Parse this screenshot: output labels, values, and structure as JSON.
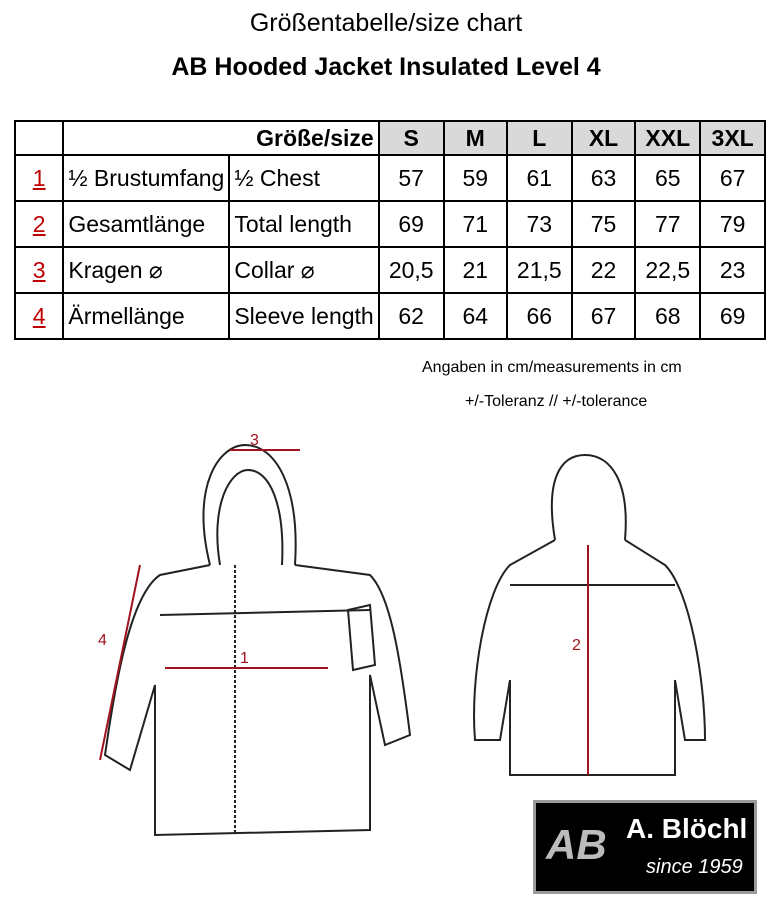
{
  "title": "Größentabelle/size chart",
  "product": "AB Hooded Jacket Insulated Level 4",
  "table": {
    "size_header": "Größe/size",
    "sizes": [
      "S",
      "M",
      "L",
      "XL",
      "XXL",
      "3XL"
    ],
    "rows": [
      {
        "num": "1",
        "de": "½ Brustumfang",
        "en": "½ Chest",
        "values": [
          "57",
          "59",
          "61",
          "63",
          "65",
          "67"
        ]
      },
      {
        "num": "2",
        "de": "Gesamtlänge",
        "en": "Total length",
        "values": [
          "69",
          "71",
          "73",
          "75",
          "77",
          "79"
        ]
      },
      {
        "num": "3",
        "de": "Kragen ⌀",
        "en": "Collar ⌀",
        "values": [
          "20,5",
          "21",
          "21,5",
          "22",
          "22,5",
          "23"
        ]
      },
      {
        "num": "4",
        "de": "Ärmellänge",
        "en": "Sleeve length",
        "values": [
          "62",
          "64",
          "66",
          "67",
          "68",
          "69"
        ]
      }
    ]
  },
  "notes": [
    "Angaben in cm/measurements in cm",
    "+/-Toleranz // +/-tolerance"
  ],
  "diagram_labels": {
    "collar": "3",
    "chest": "1",
    "sleeve": "4",
    "length": "2"
  },
  "logo": {
    "mark": "AB",
    "name": "A. Blöchl",
    "since": "since 1959"
  },
  "colors": {
    "accent": "#c00000",
    "header_bg": "#d9d9d9"
  }
}
